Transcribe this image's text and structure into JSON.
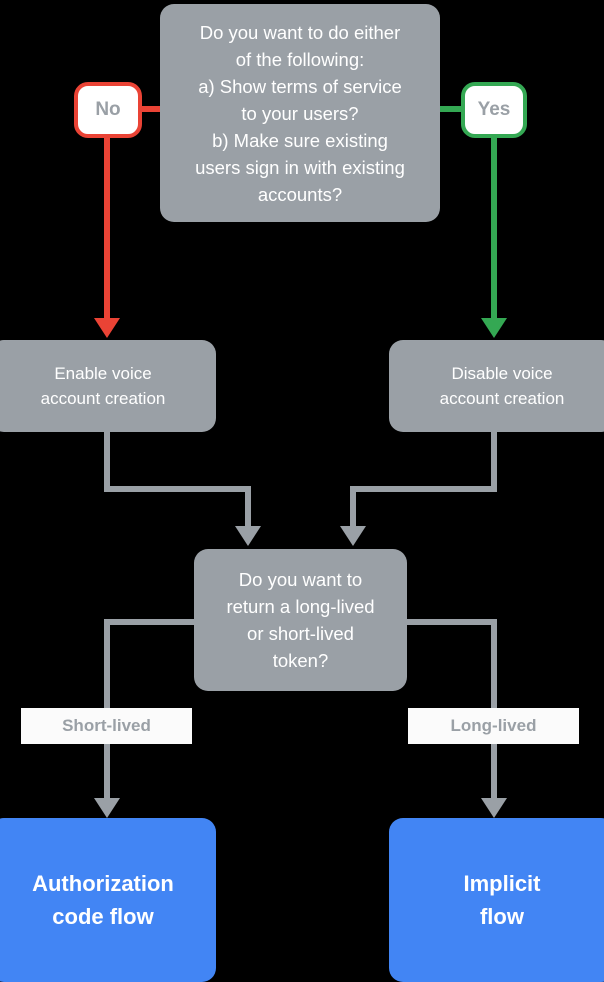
{
  "diagram": {
    "title": "Voice account linking flow decision chart",
    "background": "#000000",
    "palette": {
      "gray": "#9aa0a6",
      "blue": "#4285f4",
      "red": "#ea4335",
      "green": "#34a853",
      "white": "#ffffff",
      "label_bg": "#fbfbfb"
    }
  },
  "nodes": {
    "decision_top": {
      "text": "Do you want to do either\nof the following:\na) Show terms of service\nto your users?\nb) Make sure existing\nusers sign in with existing\naccounts?",
      "shape": "rounded-rect",
      "fill": "#9aa0a6"
    },
    "box_enable": {
      "text": "Enable voice\naccount creation",
      "shape": "rounded-rect",
      "fill": "#9aa0a6"
    },
    "box_disable": {
      "text": "Disable voice\naccount creation",
      "shape": "rounded-rect",
      "fill": "#9aa0a6"
    },
    "decision_token": {
      "text": "Do you want to\nreturn a long-lived\nor short-lived\ntoken?",
      "shape": "rounded-rect",
      "fill": "#9aa0a6"
    },
    "box_authcode": {
      "text": "Authorization\ncode flow",
      "shape": "rounded-rect",
      "fill": "#4285f4"
    },
    "box_implicit": {
      "text": "Implicit\nflow",
      "shape": "rounded-rect",
      "fill": "#4285f4"
    }
  },
  "badges": {
    "no": {
      "label": "No",
      "border": "#ea4335"
    },
    "yes": {
      "label": "Yes",
      "border": "#34a853"
    }
  },
  "edge_labels": {
    "short_lived": "Short-lived",
    "long_lived": "Long-lived"
  }
}
